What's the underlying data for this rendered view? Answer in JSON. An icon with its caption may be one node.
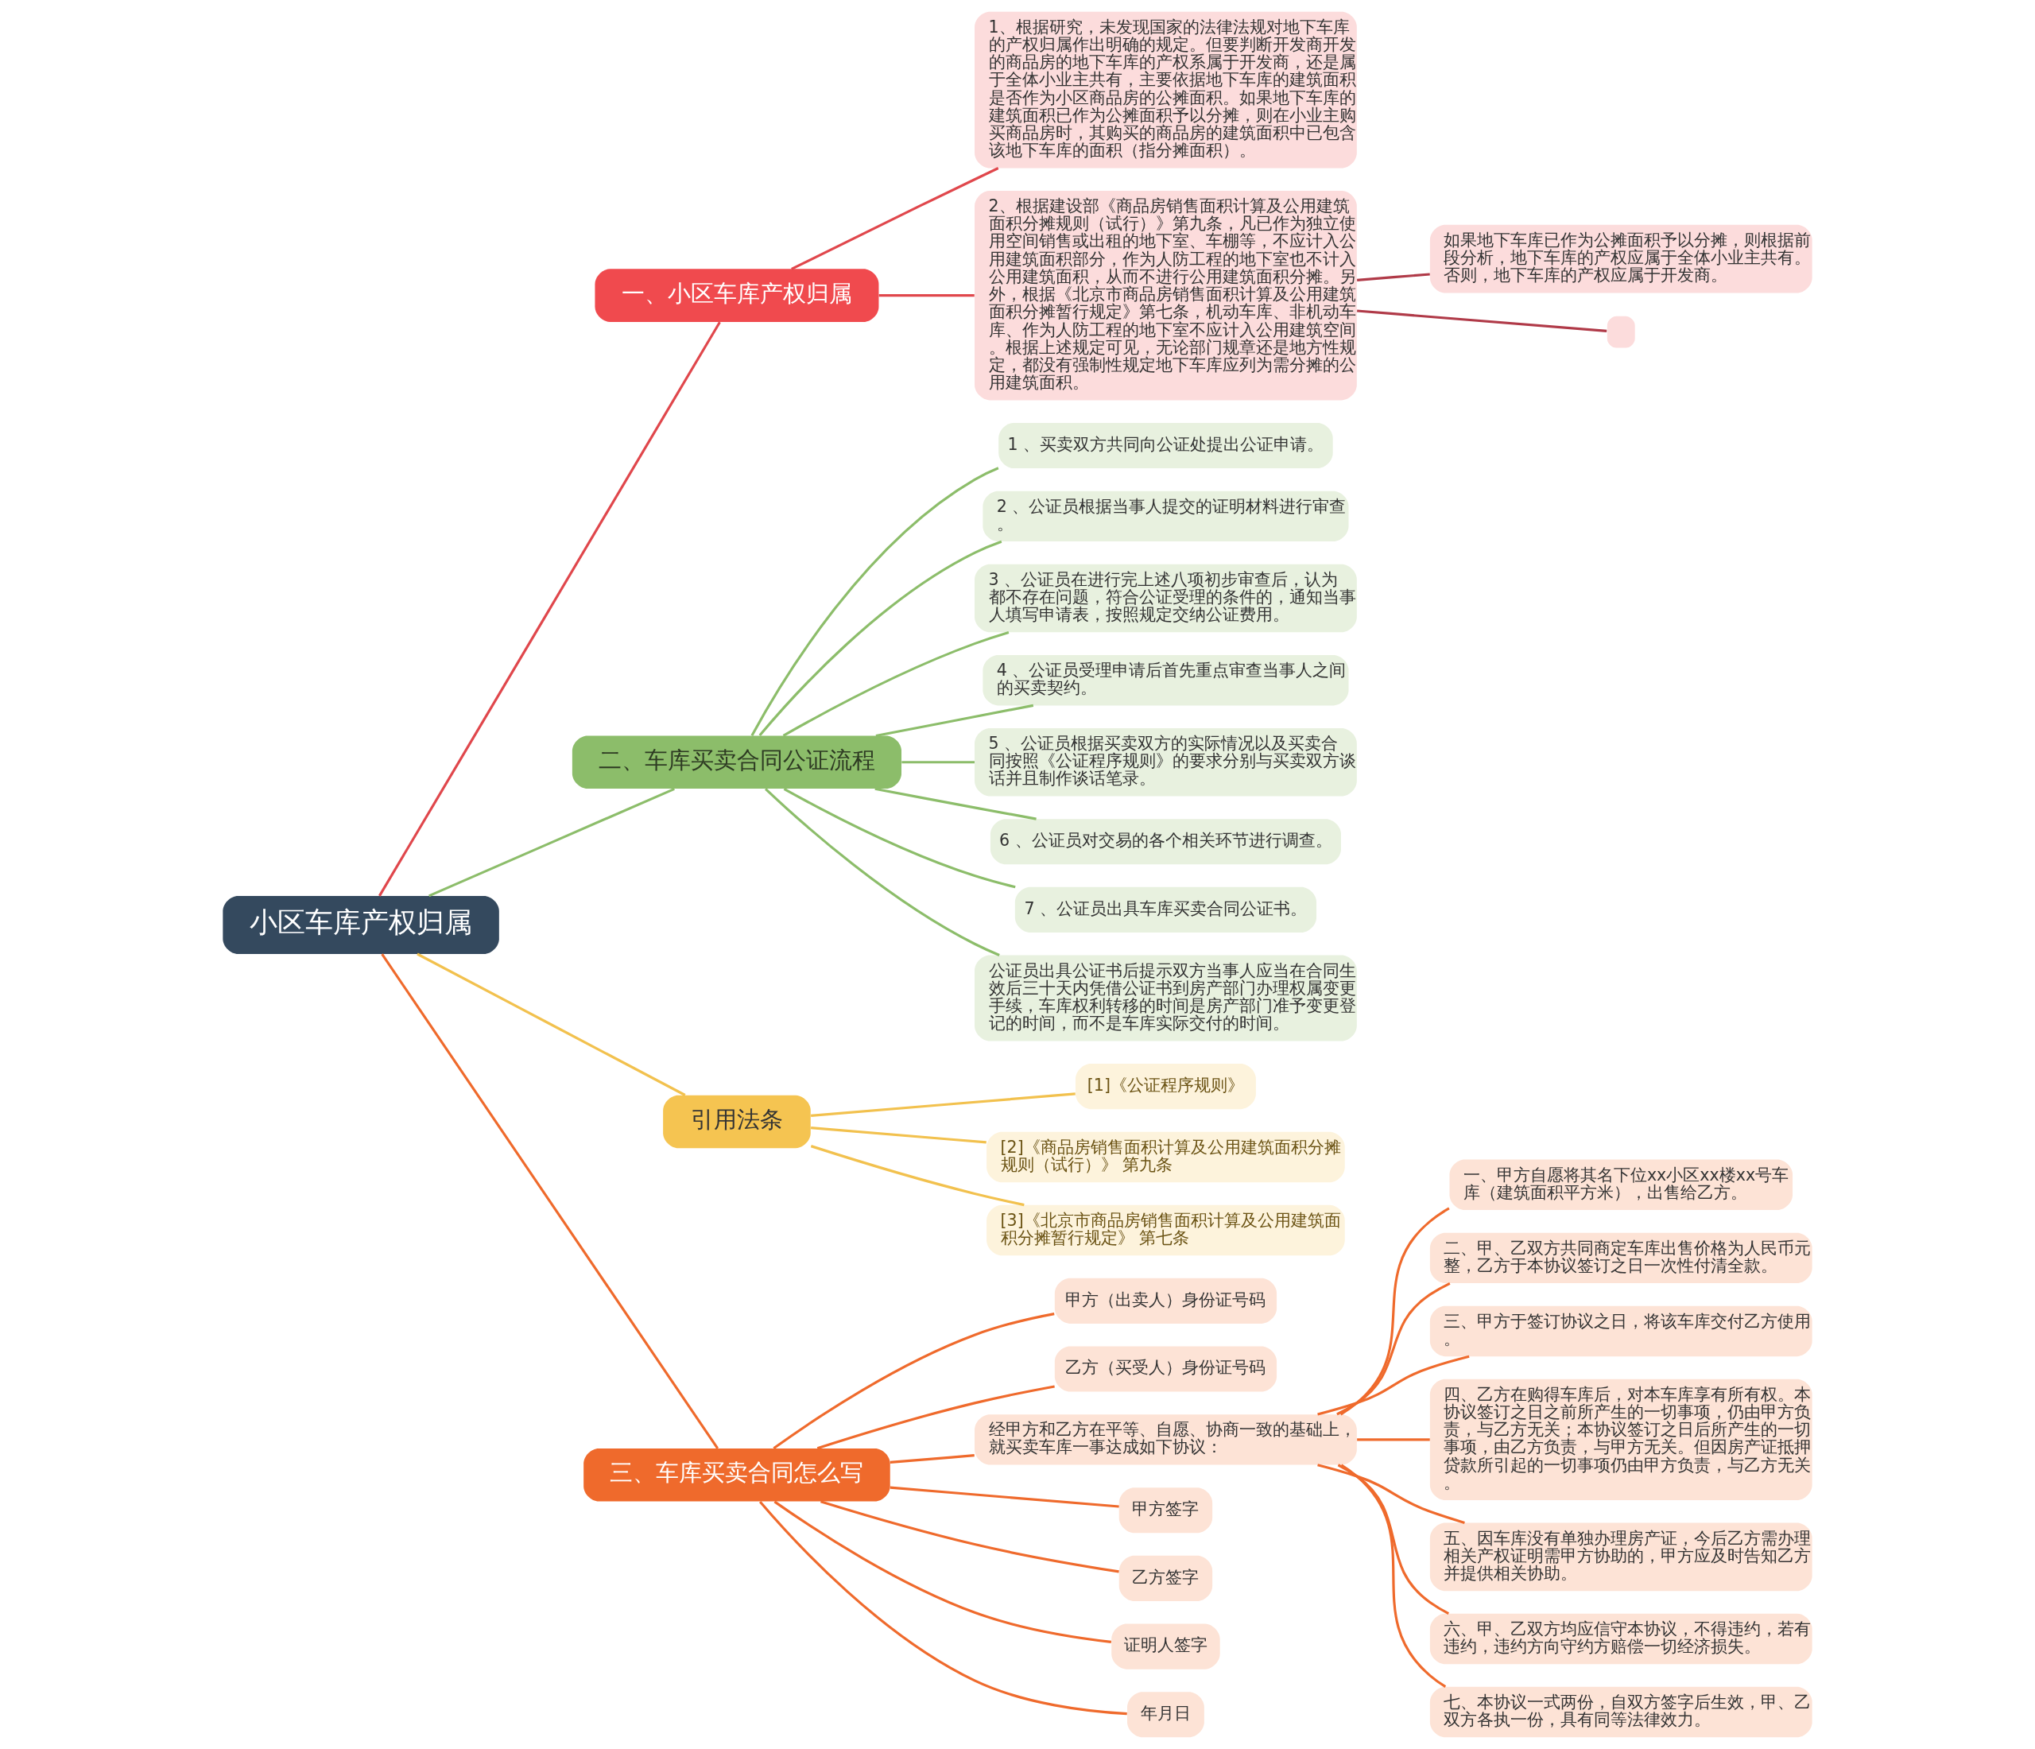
{
  "diagram": {
    "nodes": [
      {
        "text": [
          "小区车库产权归属"
        ]
      },
      {
        "text": [
          "一、小区车库产权归属"
        ]
      },
      {
        "text": [
          "1、根据研究，未发现国家的法律法规对地下车库的产权归属作出明确的规定。但要判断开发商开发的商品房的地下车库的产权系属于开发商，还是属于全体小业主共有，主要依据地下车库的建筑面积是否作为小区商品房的公摊面积。如果地下车库的建筑面积已作为公摊面积予以分摊，则在小业主购买商品房时，其购买的商品房的建筑面积中已包含该地下车库的面积（指分摊面积）。"
        ]
      },
      {
        "text": [
          "2、根据建设部《商品房销售面积计算及公用建筑面积分摊规则（试行）》第九条，凡已作为独立使用空间销售或出租的地下室、车棚等，不应计入公用建筑面积部分，作为人防工程的地下室也不计入公用建筑面积，从而不进行公用建筑面积分摊。另外，根据《北京市商品房销售面积计算及公用建筑面积分摊暂行规定》第七条，机动车库、非机动车库、作为人防工程的地下室不应计入公用建筑空间。根据上述规定可见，无论部门规章还是地方性规定，都没有强制性规定地下车库应列为需分摊的公用建筑面积。"
        ]
      },
      {
        "text": [
          "如果地下车库已作为公摊面积予以分摊，则根据前段分析，地下车库的产权应属于全体小业主共有。否则，地下车库的产权应属于开发商。"
        ]
      },
      {
        "text": [],
        "shape": "box"
      },
      {
        "text": [
          "二、车库买卖合同公证流程"
        ]
      },
      {
        "text": [
          "1 、买卖双方共同向公证处提出公证申请。"
        ]
      },
      {
        "text": [
          "2 、公证员根据当事人提交的证明材料进行审查。"
        ]
      },
      {
        "text": [
          "3 、公证员在进行完上述八项初步审查后，认为都不存在问题，符合公证受理的条件的，通知当事人填写申请表，按照规定交纳公证费用。"
        ]
      },
      {
        "text": [
          "4 、公证员受理申请后首先重点审查当事人之间的买卖契约。"
        ]
      },
      {
        "text": [
          "5 、公证员根据买卖双方的实际情况以及买卖合同按照《公证程序规则》的要求分别与买卖双方谈话并且制作谈话笔录。"
        ]
      },
      {
        "text": [
          "6 、公证员对交易的各个相关环节进行调查。"
        ]
      },
      {
        "text": [
          "7 、公证员出具车库买卖合同公证书。"
        ]
      },
      {
        "text": [
          "公证员出具公证书后提示双方当事人应当在合同生效后三十天内凭借公证书到房产部门办理权属变更手续，车库权利转移的时间是房产部门准予变更登记的时间，而不是车库实际交付的时间。"
        ]
      },
      {
        "text": [
          "引用法条"
        ]
      },
      {
        "text": [
          "[1]《公证程序规则》"
        ]
      },
      {
        "text": [
          "[2]《商品房销售面积计算及公用建筑面积分摊规则（试行）》 第九条"
        ]
      },
      {
        "text": [
          "[3]《北京市商品房销售面积计算及公用建筑面积分摊暂行规定》 第七条"
        ]
      },
      {
        "text": [
          "三、车库买卖合同怎么写"
        ]
      },
      {
        "text": [
          "甲方（出卖人）身份证号码"
        ]
      },
      {
        "text": [
          "乙方（买受人）身份证号码"
        ]
      },
      {
        "text": [
          "经甲方和乙方在平等、自愿、协商一致的基础上，就买卖车库一事达成如下协议："
        ]
      },
      {
        "text": [
          "一、甲方自愿将其名下位xx小区xx楼xx号车库（建筑面积平方米），出售给乙方。"
        ]
      },
      {
        "text": [
          "二、甲、乙双方共同商定车库出售价格为人民币元整，乙方于本协议签订之日一次性付清全款。"
        ]
      },
      {
        "text": [
          "三、甲方于签订协议之日，将该车库交付乙方使用。"
        ]
      },
      {
        "text": [
          "四、乙方在购得车库后，对本车库享有所有权。本协议签订之日之前所产生的一切事项，仍由甲方负责，与乙方无关；本协议签订之日后所产生的一切事项，由乙方负责，与甲方无关。但因房产证抵押贷款所引起的一切事项仍由甲方负责，与乙方无关。"
        ]
      },
      {
        "text": [
          "五、因车库没有单独办理房产证，今后乙方需办理相关产权证明需甲方协助的，甲方应及时告知乙方并提供相关协助。"
        ]
      },
      {
        "text": [
          "六、甲、乙双方均应信守本协议，不得违约，若有违约，违约方向守约方赔偿一切经济损失。"
        ]
      },
      {
        "text": [
          "七、本协议一式两份，自双方签字后生效，甲、乙双方各执一份，具有同等法律效力。"
        ]
      },
      {
        "text": [
          "甲方签字"
        ]
      },
      {
        "text": [
          "乙方签字"
        ]
      },
      {
        "text": [
          "证明人签字"
        ]
      },
      {
        "text": [
          "年月日"
        ]
      }
    ],
    "edges": [
      {
        "from": 0,
        "to": 1,
        "arrow": "none",
        "color": "#e0474c"
      },
      {
        "from": 1,
        "to": 2,
        "arrow": "none",
        "color": "#e0474c"
      },
      {
        "from": 1,
        "to": 3,
        "arrow": "none",
        "color": "#e0474c"
      },
      {
        "from": 3,
        "to": 4,
        "arrow": "none",
        "color": "#b03a48"
      },
      {
        "from": 3,
        "to": 5,
        "arrow": "none",
        "color": "#b03a48"
      },
      {
        "from": 0,
        "to": 6,
        "arrow": "none",
        "color": "#8cbd6a"
      },
      {
        "from": 6,
        "to": 7,
        "arrow": "none",
        "color": "#8cbd6a"
      },
      {
        "from": 6,
        "to": 8,
        "arrow": "none",
        "color": "#8cbd6a"
      },
      {
        "from": 6,
        "to": 9,
        "arrow": "none",
        "color": "#8cbd6a"
      },
      {
        "from": 6,
        "to": 10,
        "arrow": "none",
        "color": "#8cbd6a"
      },
      {
        "from": 6,
        "to": 11,
        "arrow": "none",
        "color": "#8cbd6a"
      },
      {
        "from": 6,
        "to": 12,
        "arrow": "none",
        "color": "#8cbd6a"
      },
      {
        "from": 6,
        "to": 13,
        "arrow": "none",
        "color": "#8cbd6a"
      },
      {
        "from": 6,
        "to": 14,
        "arrow": "none",
        "color": "#8cbd6a"
      },
      {
        "from": 0,
        "to": 15,
        "arrow": "none",
        "color": "#f2c14e"
      },
      {
        "from": 15,
        "to": 16,
        "arrow": "none",
        "color": "#f2c14e"
      },
      {
        "from": 15,
        "to": 17,
        "arrow": "none",
        "color": "#f2c14e"
      },
      {
        "from": 15,
        "to": 18,
        "arrow": "none",
        "color": "#f2c14e"
      },
      {
        "from": 0,
        "to": 19,
        "arrow": "none"
      },
      {
        "from": 19,
        "to": 20,
        "arrow": "none"
      },
      {
        "from": 19,
        "to": 21,
        "arrow": "none"
      },
      {
        "from": 19,
        "to": 22,
        "arrow": "none"
      },
      {
        "from": 22,
        "to": 23,
        "arrow": "none"
      },
      {
        "from": 22,
        "to": 24,
        "arrow": "none"
      },
      {
        "from": 22,
        "to": 25,
        "arrow": "none"
      },
      {
        "from": 22,
        "to": 26,
        "arrow": "none"
      },
      {
        "from": 22,
        "to": 27,
        "arrow": "none"
      },
      {
        "from": 22,
        "to": 28,
        "arrow": "none"
      },
      {
        "from": 22,
        "to": 29,
        "arrow": "none"
      },
      {
        "from": 19,
        "to": 30,
        "arrow": "none"
      },
      {
        "from": 19,
        "to": 31,
        "arrow": "none"
      },
      {
        "from": 19,
        "to": 32,
        "arrow": "none"
      },
      {
        "from": 19,
        "to": 33,
        "arrow": "none"
      }
    ]
  }
}
